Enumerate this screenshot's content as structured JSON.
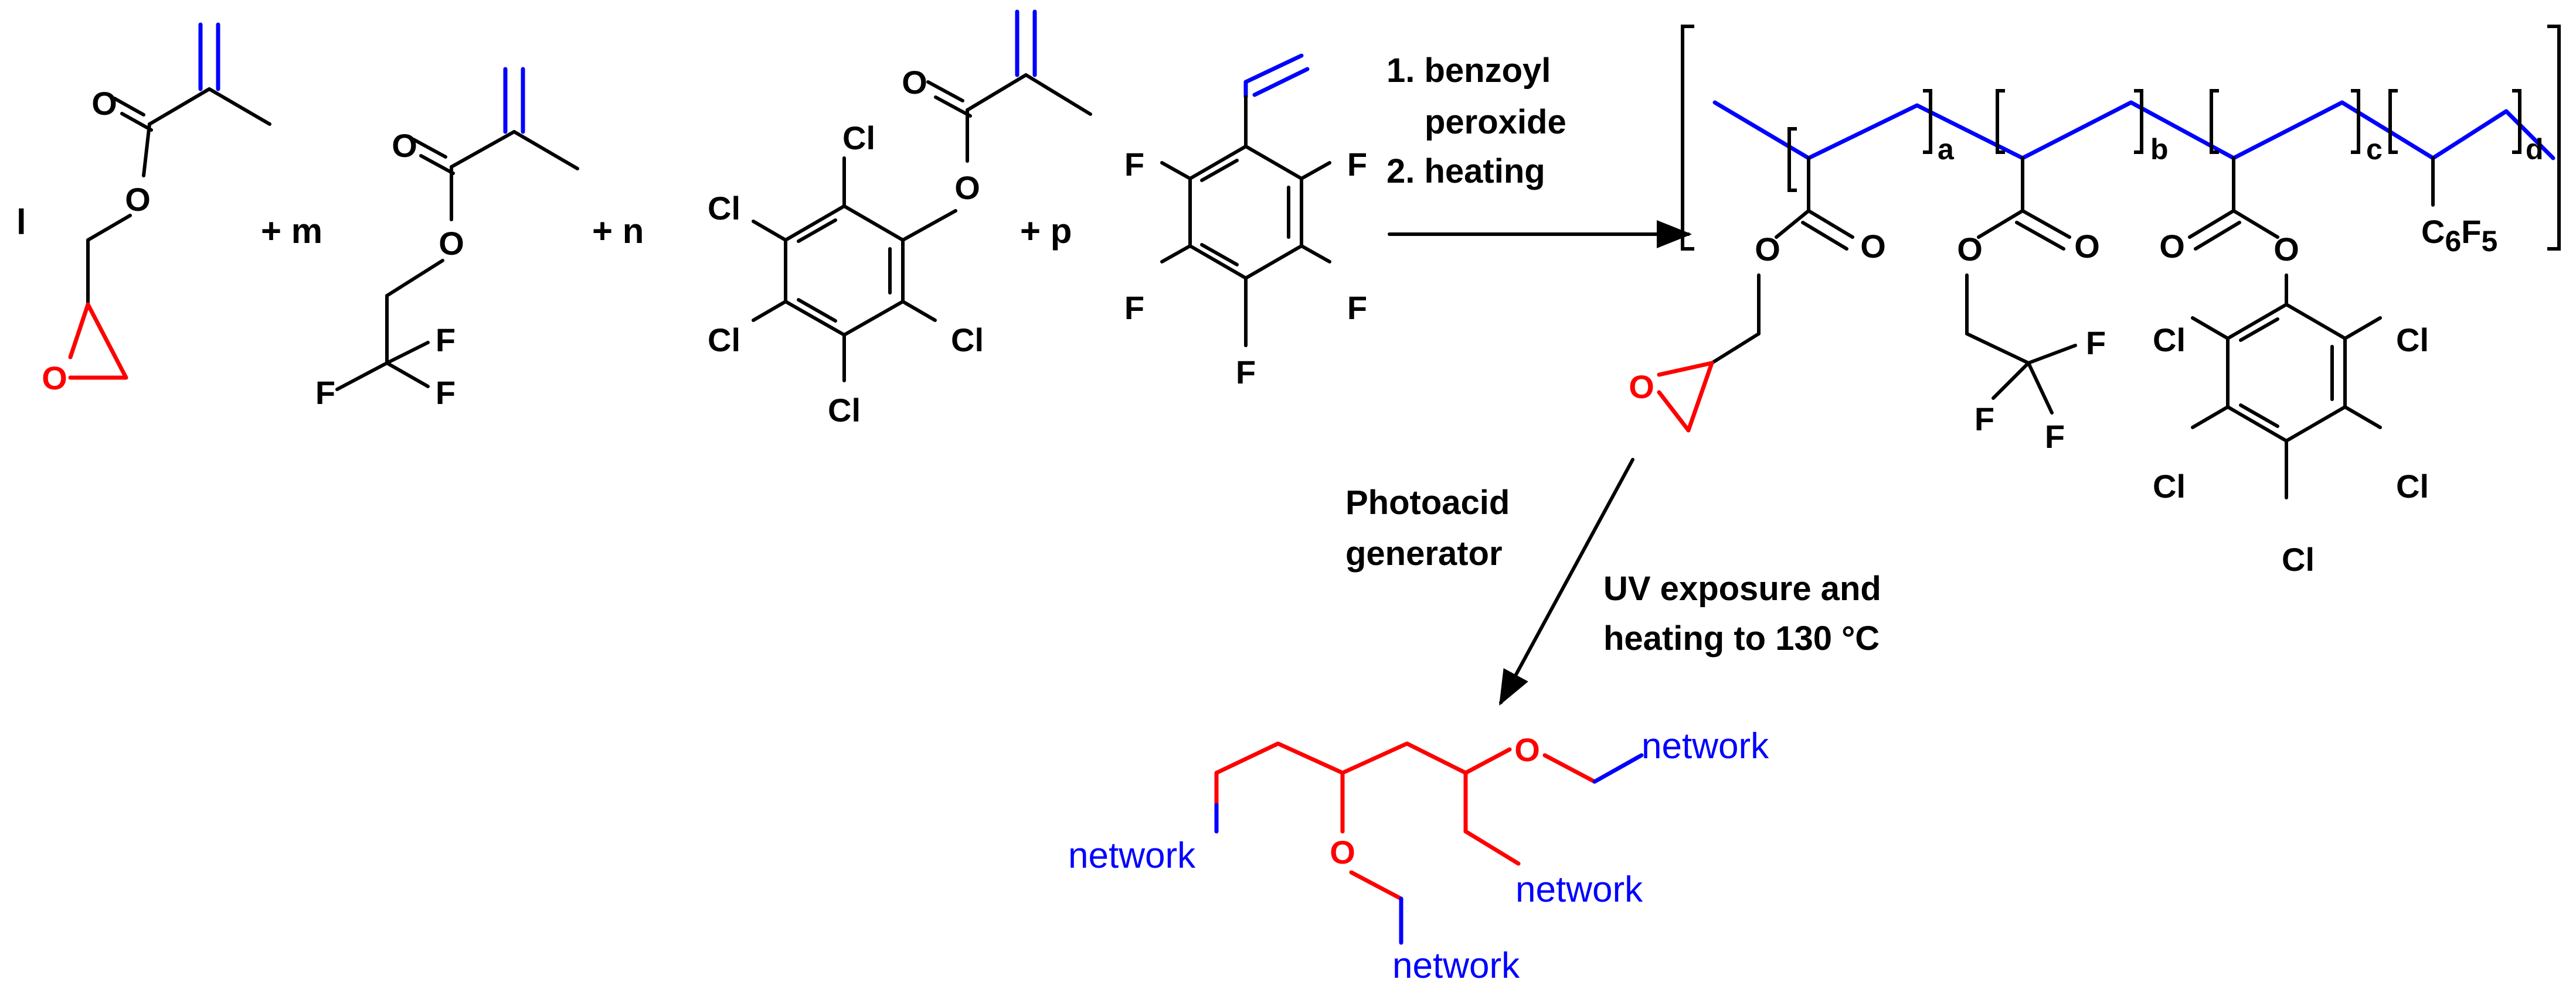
{
  "colors": {
    "red": "#ff0000",
    "blue": "#0000ff",
    "black": "#000000"
  },
  "coefficients": {
    "l": "l",
    "m": "+ m",
    "n": "+ n",
    "p": "+ p"
  },
  "atoms": {
    "O": "O",
    "F": "F",
    "Cl": "Cl",
    "C": "C",
    "six": "6",
    "five": "5"
  },
  "conditions": {
    "step1": "1. benzoyl",
    "step1b": "peroxide",
    "step2": "2. heating",
    "pag1": "Photoacid",
    "pag2": "generator",
    "uv1": "UV exposure and",
    "uv2": "heating  to 130 °C"
  },
  "subscripts": {
    "a": "a",
    "b": "b",
    "c": "c",
    "d": "d"
  },
  "network_label": "network"
}
